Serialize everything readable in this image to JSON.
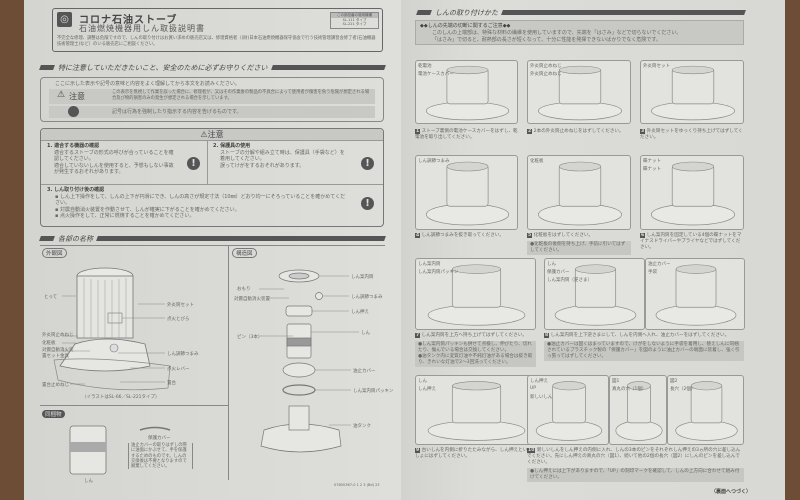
{
  "header": {
    "brand": "コロナ石油ストーブ",
    "title": "石油燃焼機器用しん取扱説明書",
    "applicable_label": "この部品番の適用機種",
    "models": [
      "SL-111 タイプ",
      "SL-221 タイプ"
    ],
    "intro": "不完全な修理、調整は危険ですので、しんの取り付けはお買い求めの販売店又は、修理資格者（(財)日本石油燃焼機器保守協会で行う技術管理講習会修了者(石油機器技術管理士)など）のいる販売店にご相談ください。"
  },
  "safety": {
    "heading": "特に注意していただきたいこと、安全のために必ずお守りください",
    "notice": "ここに示した表示や記号の意味と内容をよく理解してから本文をお読みください。",
    "caution_label": "注意",
    "caution_text": "この表示を無視して作業を誤った場合に、修理者が、又はその作業後の製品の不具合によって使用者が傷害を負う危険が想定される場合及び物的損害のみの発生が想定される場合を示しています。",
    "mandatory_text": "記号は行為を強制したり指示する内容を告げるものです。"
  },
  "caution": {
    "title": "注意",
    "items": [
      {
        "title": "1. 適合する機器の確認",
        "text": [
          "適合するストーブの形式の呼びが合っていることを確認してください。",
          "適合していないしんを使用すると、予想もしない事故が発生するおそれがあります。"
        ]
      },
      {
        "title": "2. 保護具の使用",
        "text": [
          "ストーブの分解や組み立て時は、保護具（手袋など）を着用してください。",
          "誤ってけがをするおそれがあります。"
        ]
      },
      {
        "title": "3. しん取り付け後の確認",
        "text": [
          "しん上下操作をして、しんの上下が円滑にでき、しんの高さが規定寸法（10㎜）どおり均一にそろっていることを確かめてください。",
          "対震自動消火装置を作動させて、しんが確実に下がることを確かめてください。",
          "点火操作をして、正常に燃焼することを確かめてください。"
        ]
      }
    ]
  },
  "parts": {
    "heading": "各部の名称",
    "exterior": {
      "title": "外観図",
      "labels": [
        "とって",
        "外炎筒セット",
        "点火とびら",
        "外炎筒止めねじ",
        "化粧板",
        "対震自動消火装置セット金具",
        "しん調節つまみ",
        "点火レバー",
        "置台止めねじ",
        "置台"
      ],
      "note": "（イラストはSL-66／SL-221タイプ）"
    },
    "structure": {
      "title": "構造図",
      "labels": [
        "しん案内筒",
        "おもり",
        "しん調節つまみ",
        "対震自動消火装置",
        "しん押え",
        "ピン（3本）",
        "しん",
        "油止カバー",
        "しん案内筒パッキン",
        "油タンク"
      ]
    },
    "included": {
      "title": "同梱物",
      "wick": "しん",
      "cover": "保護カバー",
      "cover_note": "油止カバーの取りはずしの際に油面にかぶせて、手を保護するためのものです。しんの交換後は不要となりますので廃棄してください。"
    },
    "code": "0760V367-0 1 2 3 (Bd) 23"
  },
  "install": {
    "heading": "しんの取り付けかた",
    "notice_title": "◆◆しんの先端の切断に関するご注意◆◆",
    "notice_text": [
      "このしんの上端部は、特殊な材料の繊維を使用していますので、先端を「はさみ」などで切らないでください。",
      "「はさみ」で切ると、耐熱部の長さが短くなって、十分に性能を発揮できないばかりでなく危険です。"
    ],
    "steps": [
      {
        "num": "1",
        "text": "ストーブ裏側の電池ケースカバーをはずし、乾電池を取り出してください。",
        "labels": [
          "乾電池",
          "電池ケースカバー"
        ]
      },
      {
        "num": "2",
        "text": "2本の外炎筒止めねじをはずしてください。",
        "labels": [
          "外炎筒止めねじ",
          "外炎筒止めねじ"
        ]
      },
      {
        "num": "3",
        "text": "外炎筒セットをゆっくり持ち上げてはずしてください。",
        "labels": [
          "外炎筒セット"
        ]
      },
      {
        "num": "4",
        "text": "しん調節つまみを抜き取ってください。",
        "labels": [
          "しん調節つまみ"
        ]
      },
      {
        "num": "5",
        "text": "化粧板をはずしてください。",
        "labels": [
          "化粧板"
        ],
        "note": "●化粧板の後側を持ち上げ、手前に引いてはずしてください。"
      },
      {
        "num": "6",
        "text": "しん案内筒を固定している4個の蝶ナットをマイナスドライバーやプライヤなどではずしてください。",
        "labels": [
          "蝶ナット",
          "蝶ナット"
        ]
      },
      {
        "num": "7",
        "text": "しん案内筒を上方へ持ち上げてはずしてください。",
        "labels": [
          "しん案内筒",
          "しん案内筒パッキン"
        ],
        "notes": [
          "●しん案内筒パッキンも併せて点検し、伸びたり、切れたり、傷んでいる場合は交換してください。",
          "●油タンク内に変質灯油や不純灯油がある場合は抜き取り、きれいな灯油で2〜3回洗ってください。"
        ]
      },
      {
        "num": "8",
        "text": "しん案内筒を上下逆さまにして、しんを内側へ入れ、油止カバーをはずしてください。",
        "labels": [
          "しん",
          "保護カバー",
          "しん案内筒（逆さま）",
          "油止カバー",
          "手袋"
        ],
        "note": "●油止カバーは固くはまっていますので、けがをしないように手袋を着用し、替えしんに同梱されているプラスチック製の「保護カバー」を図のように油止カバーの端面に装着し、強く引っ張ってはずしてください。"
      },
      {
        "num": "9",
        "text": "古いしんを内側に折りたたみながら、しん押えといっしょにはずしてください。",
        "labels": [
          "しん",
          "しん押え"
        ]
      },
      {
        "num": "10",
        "text": "新しいしんをしん押えの内側に入れ、しんの3本のピンをそれぞれしん押えの3ヵ所の穴に差し込んでください。先にしん押えの真丸の穴（図1）、続いて他の2個の長穴（図2）にしんのピンを差し込んでください。",
        "labels": [
          "しん押え",
          "UP",
          "新しいしん",
          "図1",
          "真丸の穴（1個）",
          "図2",
          "長穴（2個）"
        ],
        "note": "●しん押えには上下がありますので、「UP」の刻印マークを確認して、しんの上方向に合わせて組み付けてください。"
      }
    ],
    "footer": "（裏面へつづく）"
  },
  "colors": {
    "paper": "#dcdcd8",
    "ink": "#555555",
    "wood": "#6e4d36",
    "note_fill": "#c6c6c2"
  }
}
